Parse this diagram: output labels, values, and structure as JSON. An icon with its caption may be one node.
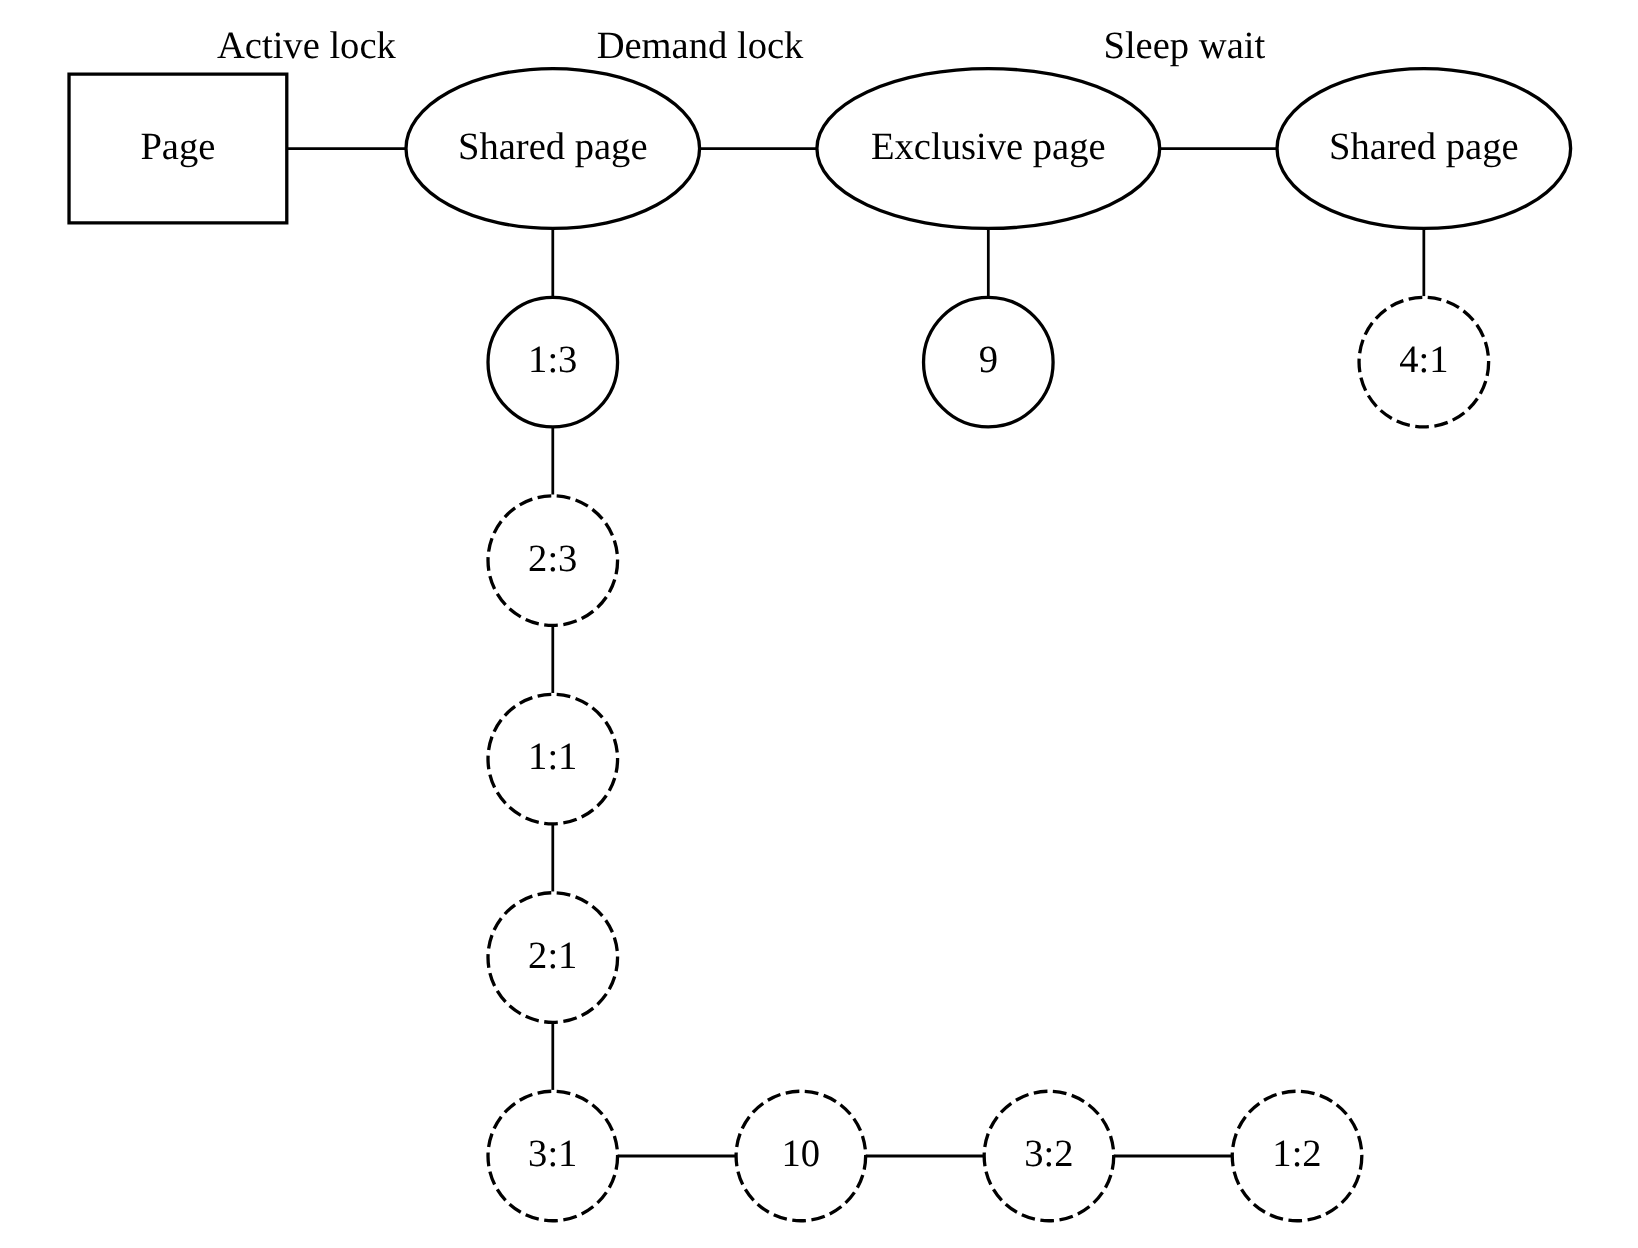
{
  "diagram": {
    "nodes": [
      {
        "text": [
          "Page"
        ]
      },
      {
        "text": [
          "Shared page"
        ],
        "beside": [
          "Active lock"
        ]
      },
      {
        "text": [
          "Exclusive page"
        ],
        "beside": [
          "Demand lock"
        ]
      },
      {
        "text": [
          "Shared page"
        ],
        "beside": [
          "Sleep wait"
        ]
      },
      {
        "text": [
          "1:3"
        ]
      },
      {
        "text": [
          "9"
        ]
      },
      {
        "text": [
          "4:1"
        ]
      },
      {
        "text": [
          "2:3"
        ]
      },
      {
        "text": [
          "1:1"
        ]
      },
      {
        "text": [
          "2:1"
        ]
      },
      {
        "text": [
          "3:1"
        ]
      },
      {
        "text": [
          "10"
        ]
      },
      {
        "text": [
          "3:2"
        ]
      },
      {
        "text": [
          "1:2"
        ]
      }
    ],
    "edges": [
      {
        "from": 0,
        "to": 1,
        "arrow": "none"
      },
      {
        "from": 1,
        "to": 2,
        "arrow": "none"
      },
      {
        "from": 2,
        "to": 3,
        "arrow": "none"
      },
      {
        "from": 1,
        "to": 4,
        "arrow": "none"
      },
      {
        "from": 2,
        "to": 5,
        "arrow": "none"
      },
      {
        "from": 3,
        "to": 6,
        "arrow": "none"
      },
      {
        "from": 4,
        "to": 7,
        "arrow": "none"
      },
      {
        "from": 7,
        "to": 8,
        "arrow": "none"
      },
      {
        "from": 8,
        "to": 9,
        "arrow": "none"
      },
      {
        "from": 9,
        "to": 10,
        "arrow": "none"
      },
      {
        "from": 10,
        "to": 11,
        "arrow": "none"
      },
      {
        "from": 11,
        "to": 12,
        "arrow": "none"
      },
      {
        "from": 12,
        "to": 13,
        "arrow": "none"
      }
    ]
  }
}
